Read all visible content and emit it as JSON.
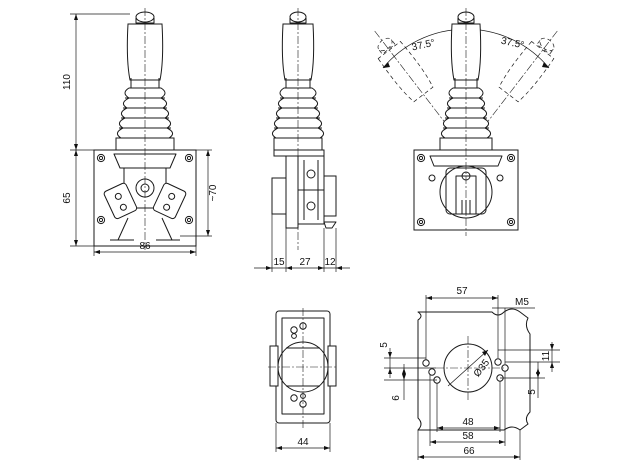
{
  "drawing": {
    "front_view": {
      "dim_height_top": "110",
      "dim_height_base": "65",
      "dim_diag": "~70",
      "dim_width": "86"
    },
    "side_view": {
      "dim_a": "15",
      "dim_b": "27",
      "dim_c": "12"
    },
    "swing_view": {
      "angle_left": "37.5°",
      "angle_right": "37.5°"
    },
    "top_view": {
      "dim_width": "44"
    },
    "mounting_view": {
      "dim_57": "57",
      "dim_m5": "M5",
      "dim_5_top": "5",
      "dim_6": "6",
      "dim_11": "11",
      "dim_5_bottom": "5",
      "dim_dia": "Ø35",
      "dim_48": "48",
      "dim_58": "58",
      "dim_66": "66"
    }
  }
}
